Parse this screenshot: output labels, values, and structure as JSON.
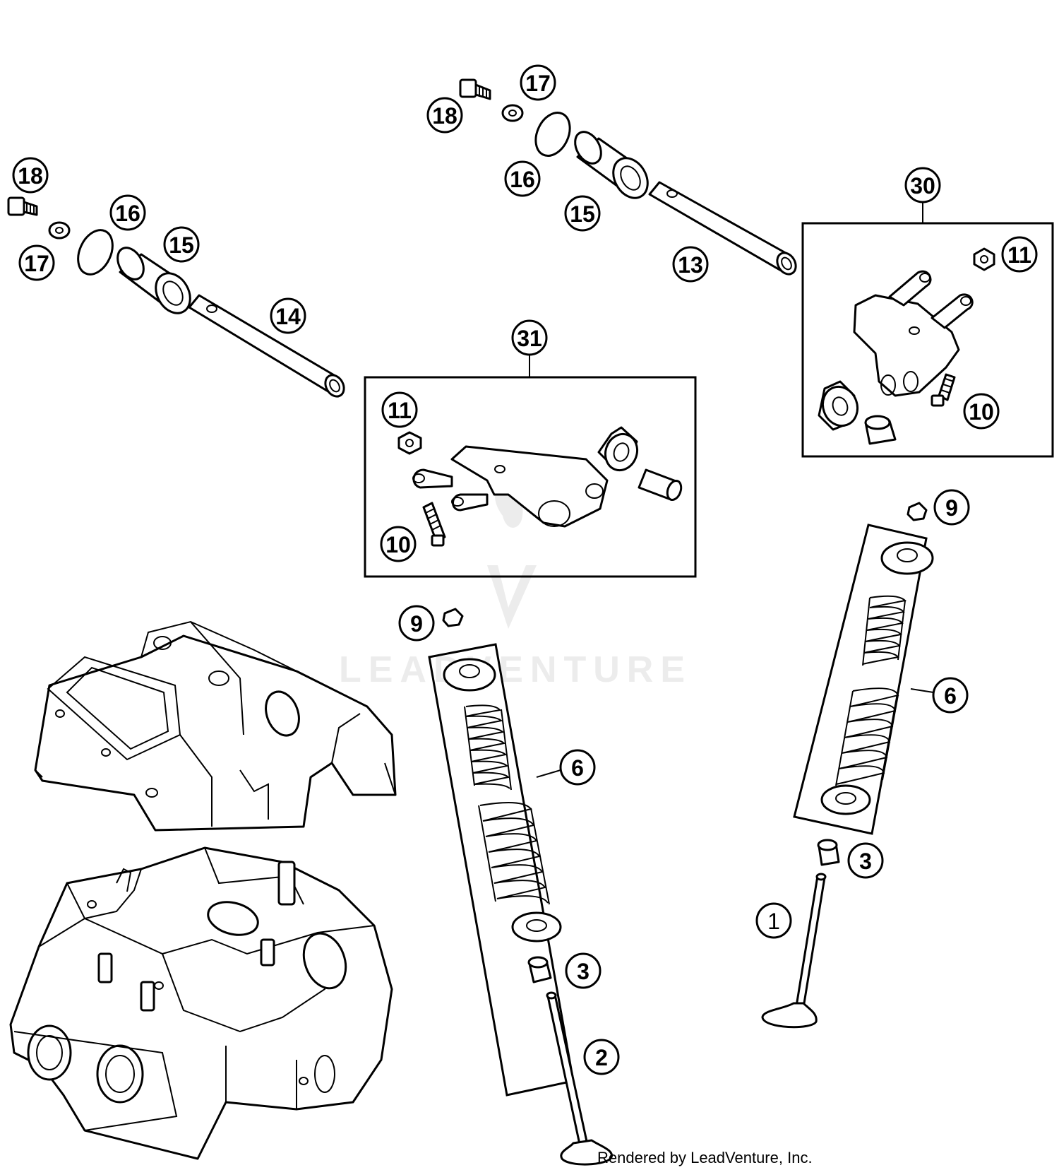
{
  "callouts": {
    "c1": "1",
    "c2": "2",
    "c3a": "3",
    "c3b": "3",
    "c6a": "6",
    "c6b": "6",
    "c9a": "9",
    "c9b": "9",
    "c10a": "10",
    "c10b": "10",
    "c11a": "11",
    "c11b": "11",
    "c13": "13",
    "c14": "14",
    "c15a": "15",
    "c15b": "15",
    "c16a": "16",
    "c16b": "16",
    "c17a": "17",
    "c17b": "17",
    "c18a": "18",
    "c18b": "18",
    "c30": "30",
    "c31": "31"
  },
  "watermark": {
    "text": "LEADVENTURE"
  },
  "footer": {
    "credit": "Rendered by LeadVenture, Inc."
  },
  "colors": {
    "line": "#000000",
    "background": "#ffffff",
    "watermark": "#ececec"
  }
}
